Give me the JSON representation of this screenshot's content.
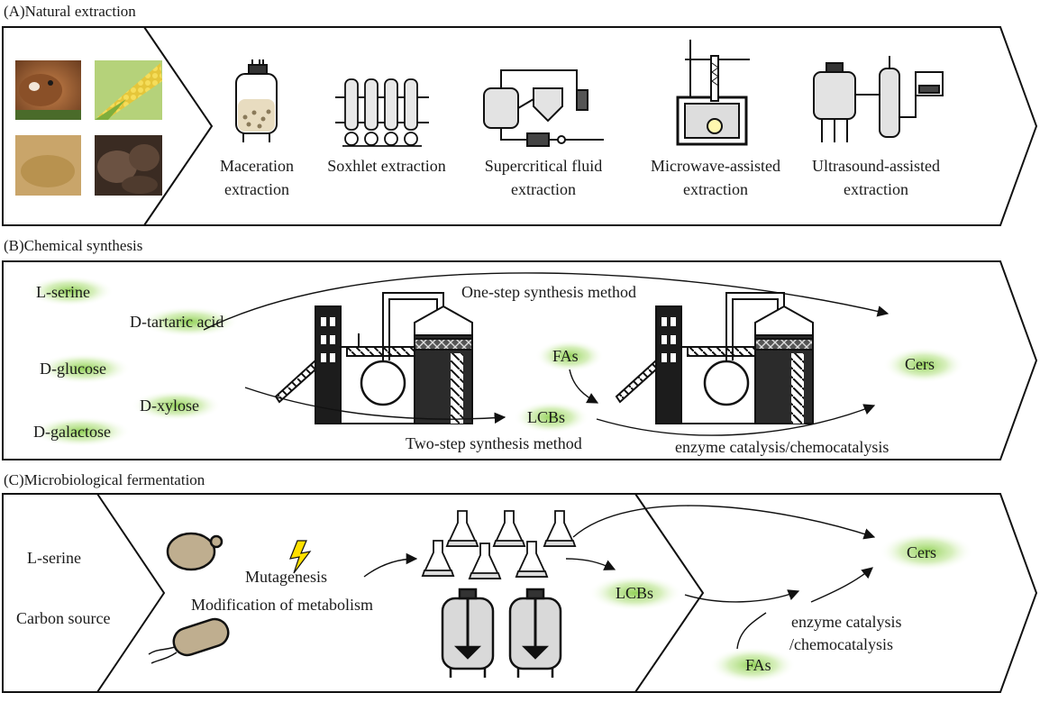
{
  "sections": {
    "a": {
      "title": "(A)Natural extraction",
      "methods": [
        {
          "line1": "Maceration",
          "line2": "extraction"
        },
        {
          "line1": "Soxhlet extraction",
          "line2": ""
        },
        {
          "line1": "Supercritical fluid",
          "line2": "extraction"
        },
        {
          "line1": "Microwave-assisted",
          "line2": "extraction"
        },
        {
          "line1": "Ultrasound-assisted",
          "line2": "extraction"
        }
      ]
    },
    "b": {
      "title": "(B)Chemical synthesis",
      "sources": [
        "L-serine",
        "D-tartaric acid",
        "D-glucose",
        "D-xylose",
        "D-galactose"
      ],
      "fas": "FAs",
      "lcbs": "LCBs",
      "cers": "Cers",
      "one_step": "One-step synthesis method",
      "two_step": "Two-step synthesis method",
      "enzyme": "enzyme catalysis/chemocatalysis"
    },
    "c": {
      "title": "(C)Microbiological fermentation",
      "sources": [
        "L-serine",
        "Carbon source"
      ],
      "mutagenesis": "Mutagenesis",
      "modification": "Modification of metabolism",
      "lcbs": "LCBs",
      "cers": "Cers",
      "fas": "FAs",
      "enzyme_line1": "enzyme catalysis",
      "enzyme_line2": "/chemocatalysis"
    }
  },
  "colors": {
    "glow": "#8fd14f",
    "outline": "#111111",
    "dark": "#2b2b2b",
    "flask_liquid": "#dcdcdc"
  },
  "icons": [
    "cow-photo",
    "corn-photo",
    "powder-photo",
    "mushroom-photo",
    "lightning-icon",
    "yeast-icon",
    "bacteria-icon",
    "flask-icon",
    "bioreactor-icon",
    "factory-icon"
  ]
}
